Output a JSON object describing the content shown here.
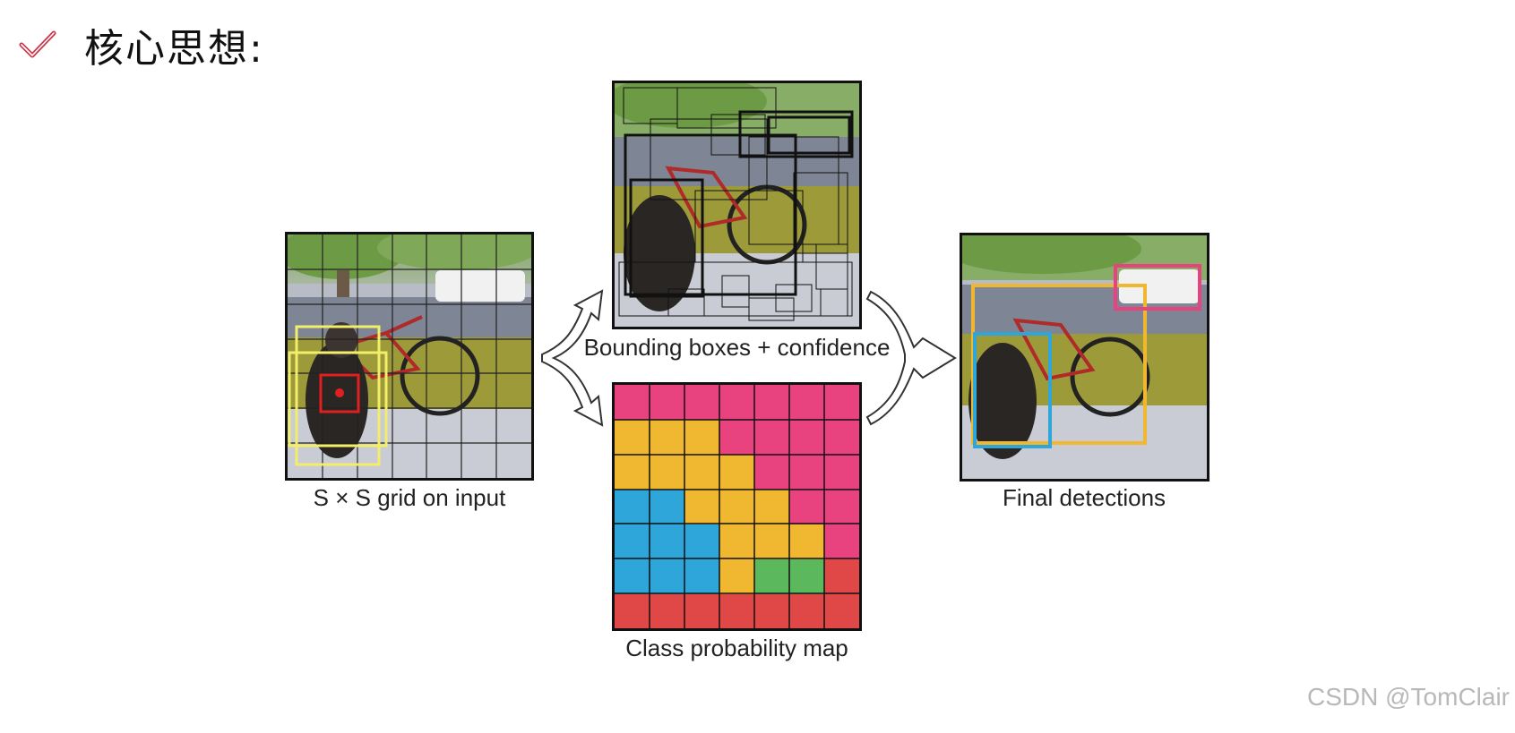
{
  "heading": {
    "title": "核心思想:",
    "check_icon": "checkmark-icon",
    "check_color": "#c8374a"
  },
  "panels": {
    "input": {
      "caption": "S × S grid on input",
      "grid_size": 7
    },
    "boxes": {
      "caption": "Bounding boxes + confidence"
    },
    "classmap": {
      "caption": "Class probability map",
      "grid_size": 7
    },
    "final": {
      "caption": "Final detections"
    }
  },
  "class_colors": {
    "magenta": "#e8437f",
    "yellow": "#efb830",
    "cyan": "#2ea6d9",
    "green": "#5cb85c",
    "red": "#e04848"
  },
  "class_map": [
    [
      "magenta",
      "magenta",
      "magenta",
      "magenta",
      "magenta",
      "magenta",
      "magenta"
    ],
    [
      "yellow",
      "yellow",
      "yellow",
      "magenta",
      "magenta",
      "magenta",
      "magenta"
    ],
    [
      "yellow",
      "yellow",
      "yellow",
      "yellow",
      "magenta",
      "magenta",
      "magenta"
    ],
    [
      "cyan",
      "cyan",
      "yellow",
      "yellow",
      "yellow",
      "magenta",
      "magenta"
    ],
    [
      "cyan",
      "cyan",
      "cyan",
      "yellow",
      "yellow",
      "yellow",
      "magenta"
    ],
    [
      "cyan",
      "cyan",
      "cyan",
      "yellow",
      "green",
      "green",
      "red"
    ],
    [
      "red",
      "red",
      "red",
      "red",
      "red",
      "red",
      "red"
    ]
  ],
  "final_box_colors": {
    "bicycle": "#efb830",
    "dog": "#2ea6d9",
    "car": "#e8437f"
  },
  "watermark": "CSDN @TomClair"
}
